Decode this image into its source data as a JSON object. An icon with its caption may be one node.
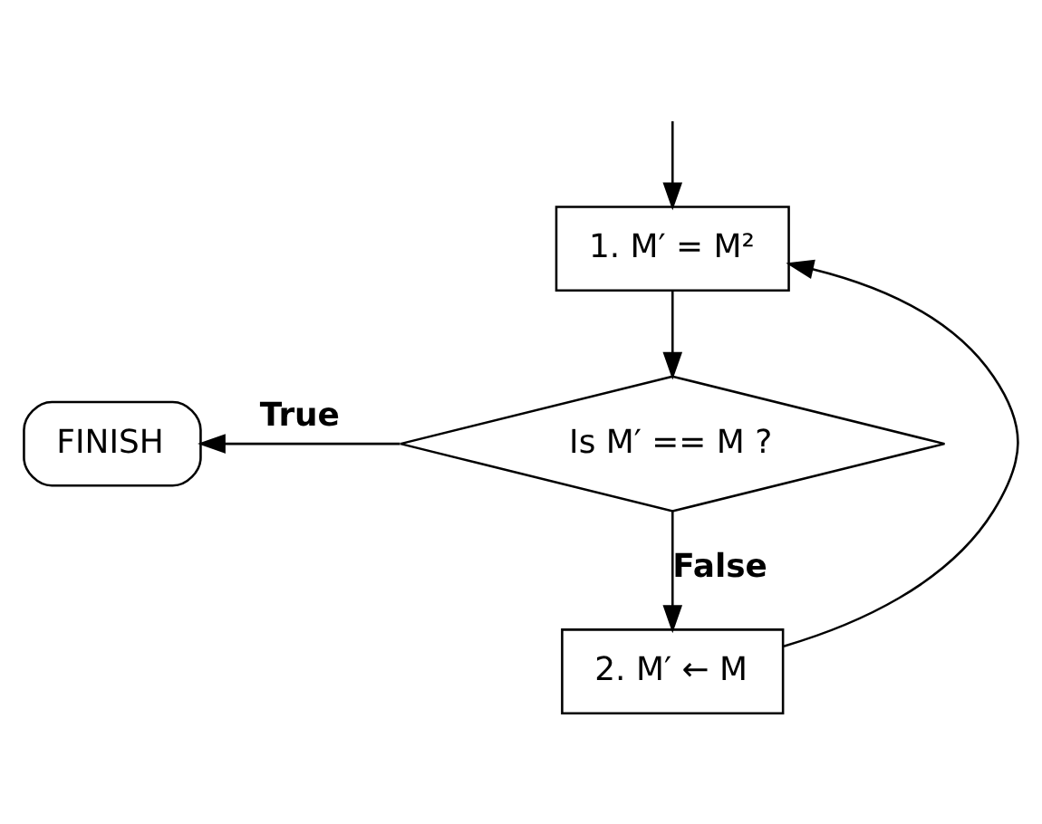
{
  "diagram": {
    "nodes": [
      {
        "text": [
          "1. M′ = M²"
        ]
      },
      {
        "text": [
          "Is M′ == M ?"
        ]
      },
      {
        "text": [
          "FINISH"
        ]
      },
      {
        "text": [
          "2. M′ ← M"
        ]
      }
    ],
    "edges": [
      {
        "from": null,
        "to": 0,
        "arrow": "to"
      },
      {
        "from": 0,
        "to": 1,
        "arrow": "to"
      },
      {
        "from": 1,
        "to": 2,
        "arrow": "to",
        "label": "True"
      },
      {
        "from": 1,
        "to": 3,
        "arrow": "to",
        "label": "False"
      },
      {
        "from": 3,
        "to": 0,
        "arrow": "to"
      }
    ]
  }
}
